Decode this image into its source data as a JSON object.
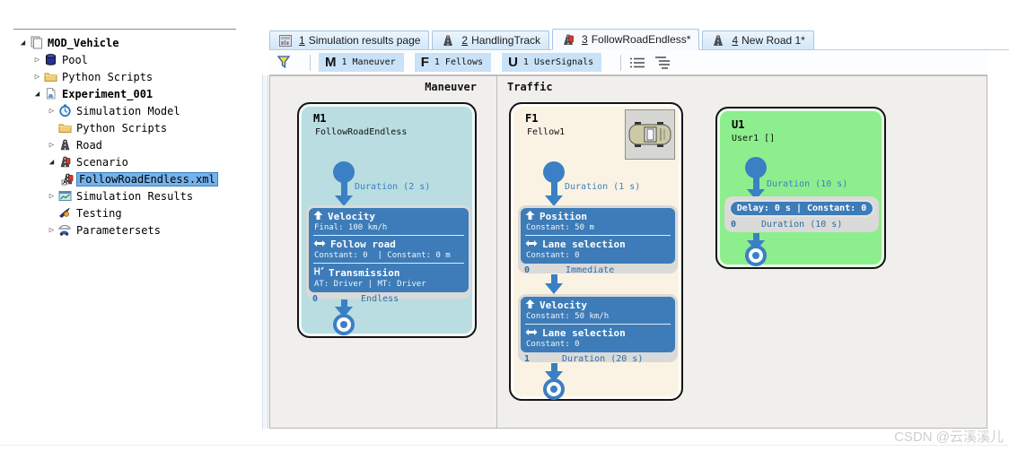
{
  "watermark": "CSDN @云溪溪儿",
  "tree": {
    "items": [
      {
        "label": "MOD_Vehicle"
      },
      {
        "label": "Pool"
      },
      {
        "label": "Python Scripts"
      },
      {
        "label": "Experiment_001"
      },
      {
        "label": "Simulation Model"
      },
      {
        "label": "Python Scripts"
      },
      {
        "label": "Road"
      },
      {
        "label": "Scenario"
      },
      {
        "label": "FollowRoadEndless.xml"
      },
      {
        "label": "Simulation Results"
      },
      {
        "label": "Testing"
      },
      {
        "label": "Parametersets"
      }
    ]
  },
  "tabs": [
    {
      "num": "1",
      "label": "Simulation results page"
    },
    {
      "num": "2",
      "label": "HandlingTrack"
    },
    {
      "num": "3",
      "label": "FollowRoadEndless*"
    },
    {
      "num": "4",
      "label": "New Road 1*"
    }
  ],
  "toolbar": {
    "toggles": [
      {
        "letter": "M",
        "count": "1 Maneuver"
      },
      {
        "letter": "F",
        "count": "1 Fellows"
      },
      {
        "letter": "U",
        "count": "1 UserSignals"
      }
    ]
  },
  "canvas": {
    "columns": [
      {
        "label": "Maneuver"
      },
      {
        "label": "Traffic"
      }
    ],
    "m1": {
      "id": "M1",
      "name": "FollowRoadEndless",
      "start_label": "Duration (2 s)",
      "sections": [
        {
          "title": "Velocity",
          "detail": "Final: 100 km/h"
        },
        {
          "title": "Follow road",
          "detail": "Constant: 0  | Constant: 0 m"
        },
        {
          "title": "Transmission",
          "detail": "AT: Driver | MT: Driver"
        }
      ],
      "index": "0",
      "end_label": "Endless"
    },
    "f1": {
      "id": "F1",
      "name": "Fellow1",
      "start_label": "Duration (1 s)",
      "steps": [
        {
          "sections": [
            {
              "title": "Position",
              "detail": "Constant: 50 m"
            },
            {
              "title": "Lane selection",
              "detail": "Constant: 0"
            }
          ],
          "index": "0",
          "end_label": "Immediate"
        },
        {
          "sections": [
            {
              "title": "Velocity",
              "detail": "Constant: 50 km/h"
            },
            {
              "title": "Lane selection",
              "detail": "Constant: 0"
            }
          ],
          "index": "1",
          "end_label": "Duration (20 s)"
        }
      ]
    },
    "u1": {
      "id": "U1",
      "name": "User1 []",
      "start_label": "Duration (10 s)",
      "pill": "Delay: 0 s | Constant: 0",
      "index": "0",
      "end_label": "Duration (10 s)"
    }
  },
  "colors": {
    "maneuver_block": "#b9dde0",
    "traffic_block": "#faf3e3",
    "usersignal_block": "#8dee8d",
    "card_blue": "#3d7cb8",
    "flow_blue": "#3b7fc4",
    "toggle_bg": "#c9e2f8",
    "selection_bg": "#74b2ec"
  }
}
